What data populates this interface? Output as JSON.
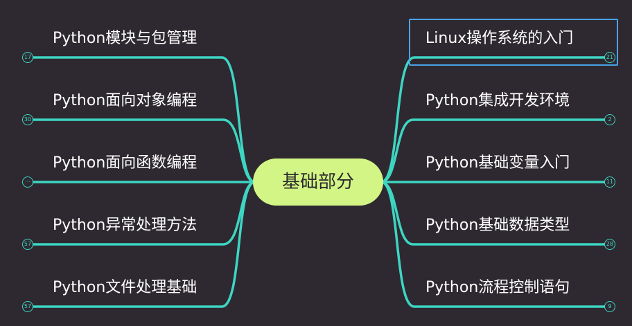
{
  "root": {
    "label": "基础部分"
  },
  "left_branches": [
    {
      "label": "Python模块与包管理",
      "count": "17"
    },
    {
      "label": "Python面向对象编程",
      "count": "30"
    },
    {
      "label": "Python面向函数编程",
      "count": "···"
    },
    {
      "label": "Python异常处理方法",
      "count": "57"
    },
    {
      "label": "Python文件处理基础",
      "count": "57"
    }
  ],
  "right_branches": [
    {
      "label": "Linux操作系统的入门",
      "count": "21",
      "selected": true
    },
    {
      "label": "Python集成开发环境",
      "count": "2"
    },
    {
      "label": "Python基础变量入门",
      "count": "11"
    },
    {
      "label": "Python基础数据类型",
      "count": "28"
    },
    {
      "label": "Python流程控制语句",
      "count": "9"
    }
  ],
  "colors": {
    "background": "#2e2930",
    "branch_line": "#3dd6c3",
    "root_fill": "#d3f586",
    "selection": "#4aa3e8"
  }
}
